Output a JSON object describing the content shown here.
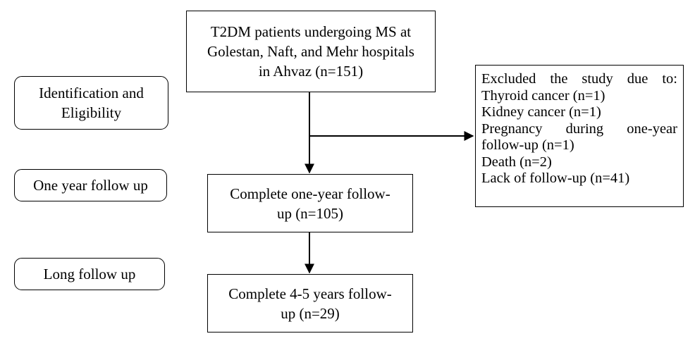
{
  "stages": [
    {
      "id": "identification",
      "lines": [
        "Identification and",
        "Eligibility"
      ]
    },
    {
      "id": "one-year",
      "lines": [
        "One year follow up"
      ]
    },
    {
      "id": "long",
      "lines": [
        "Long follow up"
      ]
    }
  ],
  "steps": {
    "enrolled": {
      "lines": [
        "T2DM patients undergoing MS at",
        "Golestan, Naft, and Mehr hospitals",
        "in Ahvaz (n=151)"
      ]
    },
    "one_year": {
      "lines": [
        "Complete one-year follow-",
        "up (n=105)"
      ]
    },
    "long_term": {
      "lines": [
        "Complete 4-5 years follow-",
        "up (n=29)"
      ]
    }
  },
  "excluded": {
    "heading": [
      "Excluded",
      "the",
      "study",
      "due",
      "to:"
    ],
    "reasons": [
      {
        "words": [
          "Thyroid cancer (n=1)"
        ]
      },
      {
        "words": [
          "Kidney cancer (n=1)"
        ]
      },
      {
        "words": [
          "Pregnancy",
          "during",
          "one-year"
        ]
      },
      {
        "words": [
          "follow-up (n=1)"
        ]
      },
      {
        "words": [
          "Death (n=2)"
        ]
      },
      {
        "words": [
          "Lack of follow-up (n=41)"
        ]
      }
    ]
  },
  "colors": {
    "stroke": "#000000",
    "background": "#ffffff"
  }
}
